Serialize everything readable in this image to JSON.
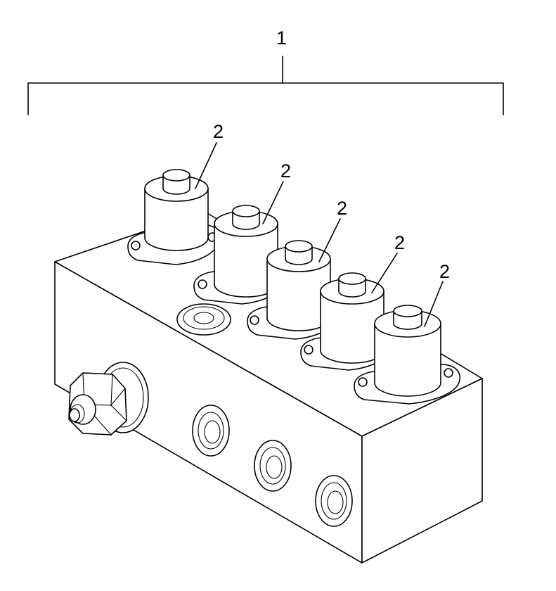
{
  "callouts": {
    "assembly": "1",
    "solenoids": [
      "2",
      "2",
      "2",
      "2",
      "2"
    ]
  }
}
